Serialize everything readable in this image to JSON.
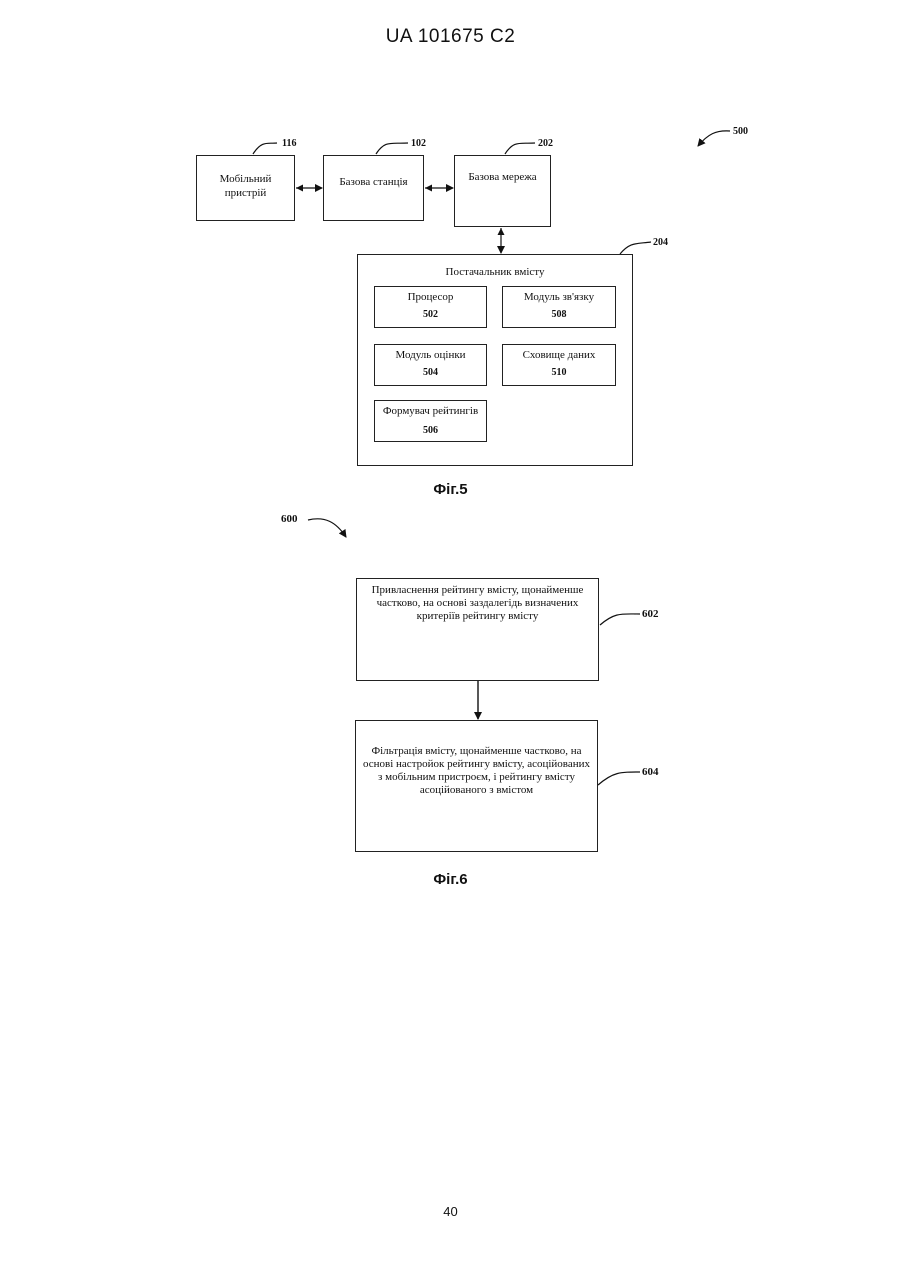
{
  "header": "UA   101675   C2",
  "fig5": {
    "ref_main": "500",
    "mobile_device": {
      "label": "Мобільний пристрій",
      "ref": "116"
    },
    "base_station": {
      "label": "Базова станція",
      "ref": "102"
    },
    "base_network": {
      "label": "Базова мережа",
      "ref": "202"
    },
    "content_provider": {
      "label": "Постачальник вмісту",
      "ref": "204"
    },
    "processor": {
      "label": "Процесор",
      "num": "502"
    },
    "comm_module": {
      "label": "Модуль зв'язку",
      "num": "508"
    },
    "eval_module": {
      "label": "Модуль оцінки",
      "num": "504"
    },
    "data_store": {
      "label": "Сховище даних",
      "num": "510"
    },
    "rating_former": {
      "label": "Формувач рейтингів",
      "num": "506"
    },
    "caption": "Фіг.5"
  },
  "fig6": {
    "ref_main": "600",
    "step1": {
      "text": "Привласнення рейтингу вмісту, щонайменше частково, на основі заздалегідь визначених критеріїв рейтингу вмісту",
      "ref": "602"
    },
    "step2": {
      "text": "Фільтрація вмісту, щонайменше частково, на основі настройок рейтингу вмісту, асоційованих з мобільним пристроєм, і рейтингу вмісту асоційованого з вмістом",
      "ref": "604"
    },
    "caption": "Фіг.6"
  },
  "page_number": "40"
}
